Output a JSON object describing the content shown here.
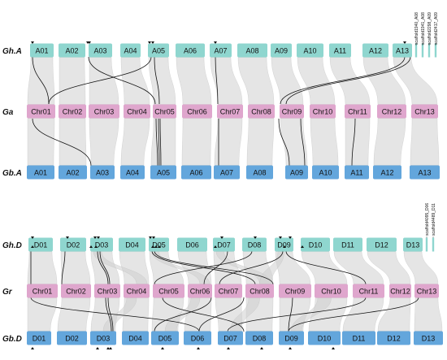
{
  "colors": {
    "teal": "#8fd6cf",
    "pink": "#dfa6cd",
    "blue": "#63a6dc",
    "synteny": "#cfcfcf",
    "highlight": "#111111"
  },
  "panels": [
    {
      "rows": [
        {
          "genome": "Gh.A",
          "color": "teal",
          "text": "dark",
          "chromosomes": [
            "A01",
            "A02",
            "A03",
            "A04",
            "A05",
            "A06",
            "A07",
            "A08",
            "A09",
            "A10",
            "A11",
            "A12",
            "A13"
          ]
        },
        {
          "genome": "Ga",
          "color": "pink",
          "text": "dark",
          "chromosomes": [
            "Chr01",
            "Chr02",
            "Chr03",
            "Chr04",
            "Chr05",
            "Chr06",
            "Chr07",
            "Chr08",
            "Chr09",
            "Chr10",
            "Chr11",
            "Chr12",
            "Chr13"
          ]
        },
        {
          "genome": "Gb.A",
          "color": "blue",
          "text": "dark",
          "chromosomes": [
            "A01",
            "A02",
            "A03",
            "A04",
            "A05",
            "A06",
            "A07",
            "A08",
            "A09",
            "A10",
            "A11",
            "A12",
            "A13"
          ]
        }
      ],
      "scaffolds": [
        "scaffold1940_A08",
        "scaffold1941_A08",
        "scaffold2298_A09",
        "scaffold2417_A09"
      ]
    },
    {
      "rows": [
        {
          "genome": "Gh.D",
          "color": "teal",
          "text": "dark",
          "chromosomes": [
            "D01",
            "D02",
            "D03",
            "D04",
            "D05",
            "D06",
            "D07",
            "D08",
            "D09",
            "D10",
            "D11",
            "D12",
            "D13"
          ]
        },
        {
          "genome": "Gr",
          "color": "pink",
          "text": "dark",
          "chromosomes": [
            "Chr01",
            "Chr02",
            "Chr03",
            "Chr04",
            "Chr05",
            "Chr06",
            "Chr07",
            "Chr08",
            "Chr09",
            "Chr10",
            "Chr11",
            "Chr12",
            "Chr13"
          ]
        },
        {
          "genome": "Gb.D",
          "color": "blue",
          "text": "dark",
          "chromosomes": [
            "D01",
            "D02",
            "D03",
            "D04",
            "D05",
            "D06",
            "D07",
            "D08",
            "D09",
            "D10",
            "D11",
            "D12",
            "D13"
          ]
        }
      ],
      "scaffolds": [
        "scaffold4095_D06",
        "scaffold4489_D11"
      ]
    }
  ]
}
